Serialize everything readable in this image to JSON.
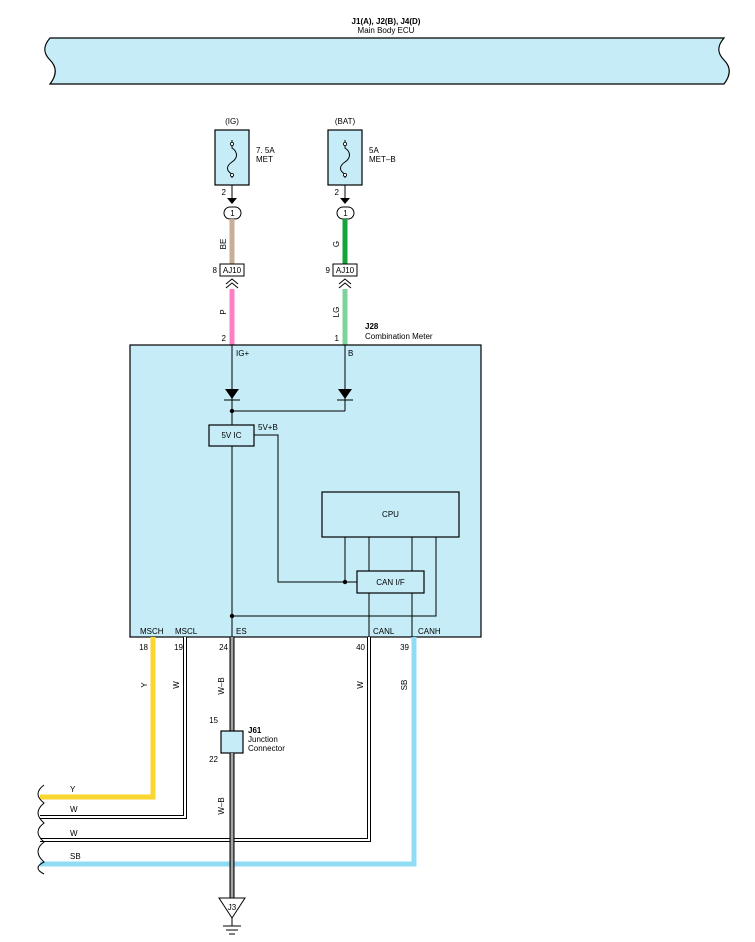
{
  "ecu": {
    "code": "J1(A), J2(B), J4(D)",
    "name": "Main Body ECU"
  },
  "fuse_ig": {
    "source": "(IG)",
    "rating": "7. 5A",
    "name": "MET",
    "pin": "2",
    "conn": "1"
  },
  "fuse_bat": {
    "source": "(BAT)",
    "rating": "5A",
    "name": "MET–B",
    "pin": "2",
    "conn": "1"
  },
  "junction_aj10": {
    "left": {
      "pin": "8",
      "label": "AJ10"
    },
    "right": {
      "pin": "9",
      "label": "AJ10"
    }
  },
  "wires_upper": {
    "ig_top": "BE",
    "ig_bottom": "P",
    "bat_top": "G",
    "bat_bottom": "LG"
  },
  "meter": {
    "code": "J28",
    "name": "Combination Meter",
    "pin_ig": "2",
    "term_ig": "IG+",
    "pin_b": "1",
    "term_b": "B",
    "ic_label": "5V IC",
    "ic_out": "5V+B",
    "cpu_label": "CPU",
    "can_label": "CAN I/F",
    "terminals": [
      "MSCH",
      "MSCL",
      "ES",
      "CANL",
      "CANH"
    ],
    "pins": [
      "18",
      "19",
      "24",
      "40",
      "39"
    ]
  },
  "wires_lower": {
    "msch": "Y",
    "mscl": "W",
    "es": "W–B",
    "canl": "W",
    "canh": "SB",
    "es_lower": "W–B"
  },
  "junction_j61": {
    "code": "J61",
    "line1": "Junction",
    "line2": "Connector",
    "pin_top": "15",
    "pin_bottom": "22"
  },
  "left_wires": [
    "Y",
    "W",
    "W",
    "SB"
  ],
  "ground": {
    "label": "J3"
  },
  "colors": {
    "box_fill": "#c6ecf7",
    "wire_be": "#c8ad97",
    "wire_p": "#ff7fc4",
    "wire_g": "#13a538",
    "wire_lg": "#7dd39b",
    "wire_y": "#f9d630",
    "wire_sb": "#8fdcf5"
  }
}
